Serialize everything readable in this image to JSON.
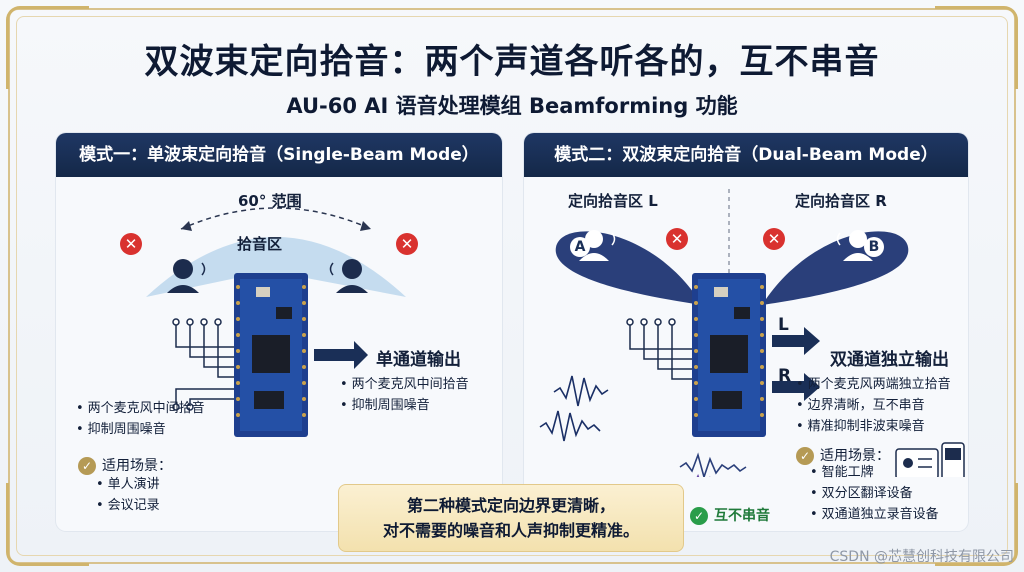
{
  "title": "双波束定向拾音：两个声道各听各的，互不串音",
  "subtitle": "AU-60 AI 语音处理模组 Beamforming 功能",
  "left": {
    "header": "模式一：单波束定向拾音（Single-Beam Mode）",
    "angle_label": "60° 范围",
    "zone_label": "拾音区",
    "output_label": "单通道输出",
    "output_bullets": [
      "两个麦克风中间拾音",
      "抑制周围噪音"
    ],
    "bullets": [
      "两个麦克风中间拾音",
      "抑制周围噪音"
    ],
    "scenario_title": "适用场景：",
    "scenarios": [
      "单人演讲",
      "会议记录"
    ]
  },
  "right": {
    "header": "模式二：双波束定向拾音（Dual-Beam Mode）",
    "zone_l": "定向拾音区 L",
    "zone_r": "定向拾音区 R",
    "speaker_a": "A",
    "speaker_b": "B",
    "channel_l": "L",
    "channel_r": "R",
    "output_label": "双通道独立输出",
    "bullets": [
      "两个麦克风两端独立拾音",
      "边界清晰，互不串音",
      "精准抑制非波束噪音"
    ],
    "no_crosstalk": "互不串音",
    "scenario_title": "适用场景：",
    "scenarios": [
      "智能工牌",
      "双分区翻译设备",
      "双通道独立录音设备"
    ]
  },
  "callout": {
    "line1": "第二种模式定向边界更清晰，",
    "line2": "对不需要的噪音和人声抑制更精准。"
  },
  "watermark": "CSDN @芯慧创科技有限公司",
  "colors": {
    "navy": "#1a2f57",
    "beam_light": "#bcd7ec",
    "beam_dark": "#2a3f7a",
    "wave": "#1a2f66",
    "red": "#d9322f",
    "gold": "#d0b46c"
  }
}
